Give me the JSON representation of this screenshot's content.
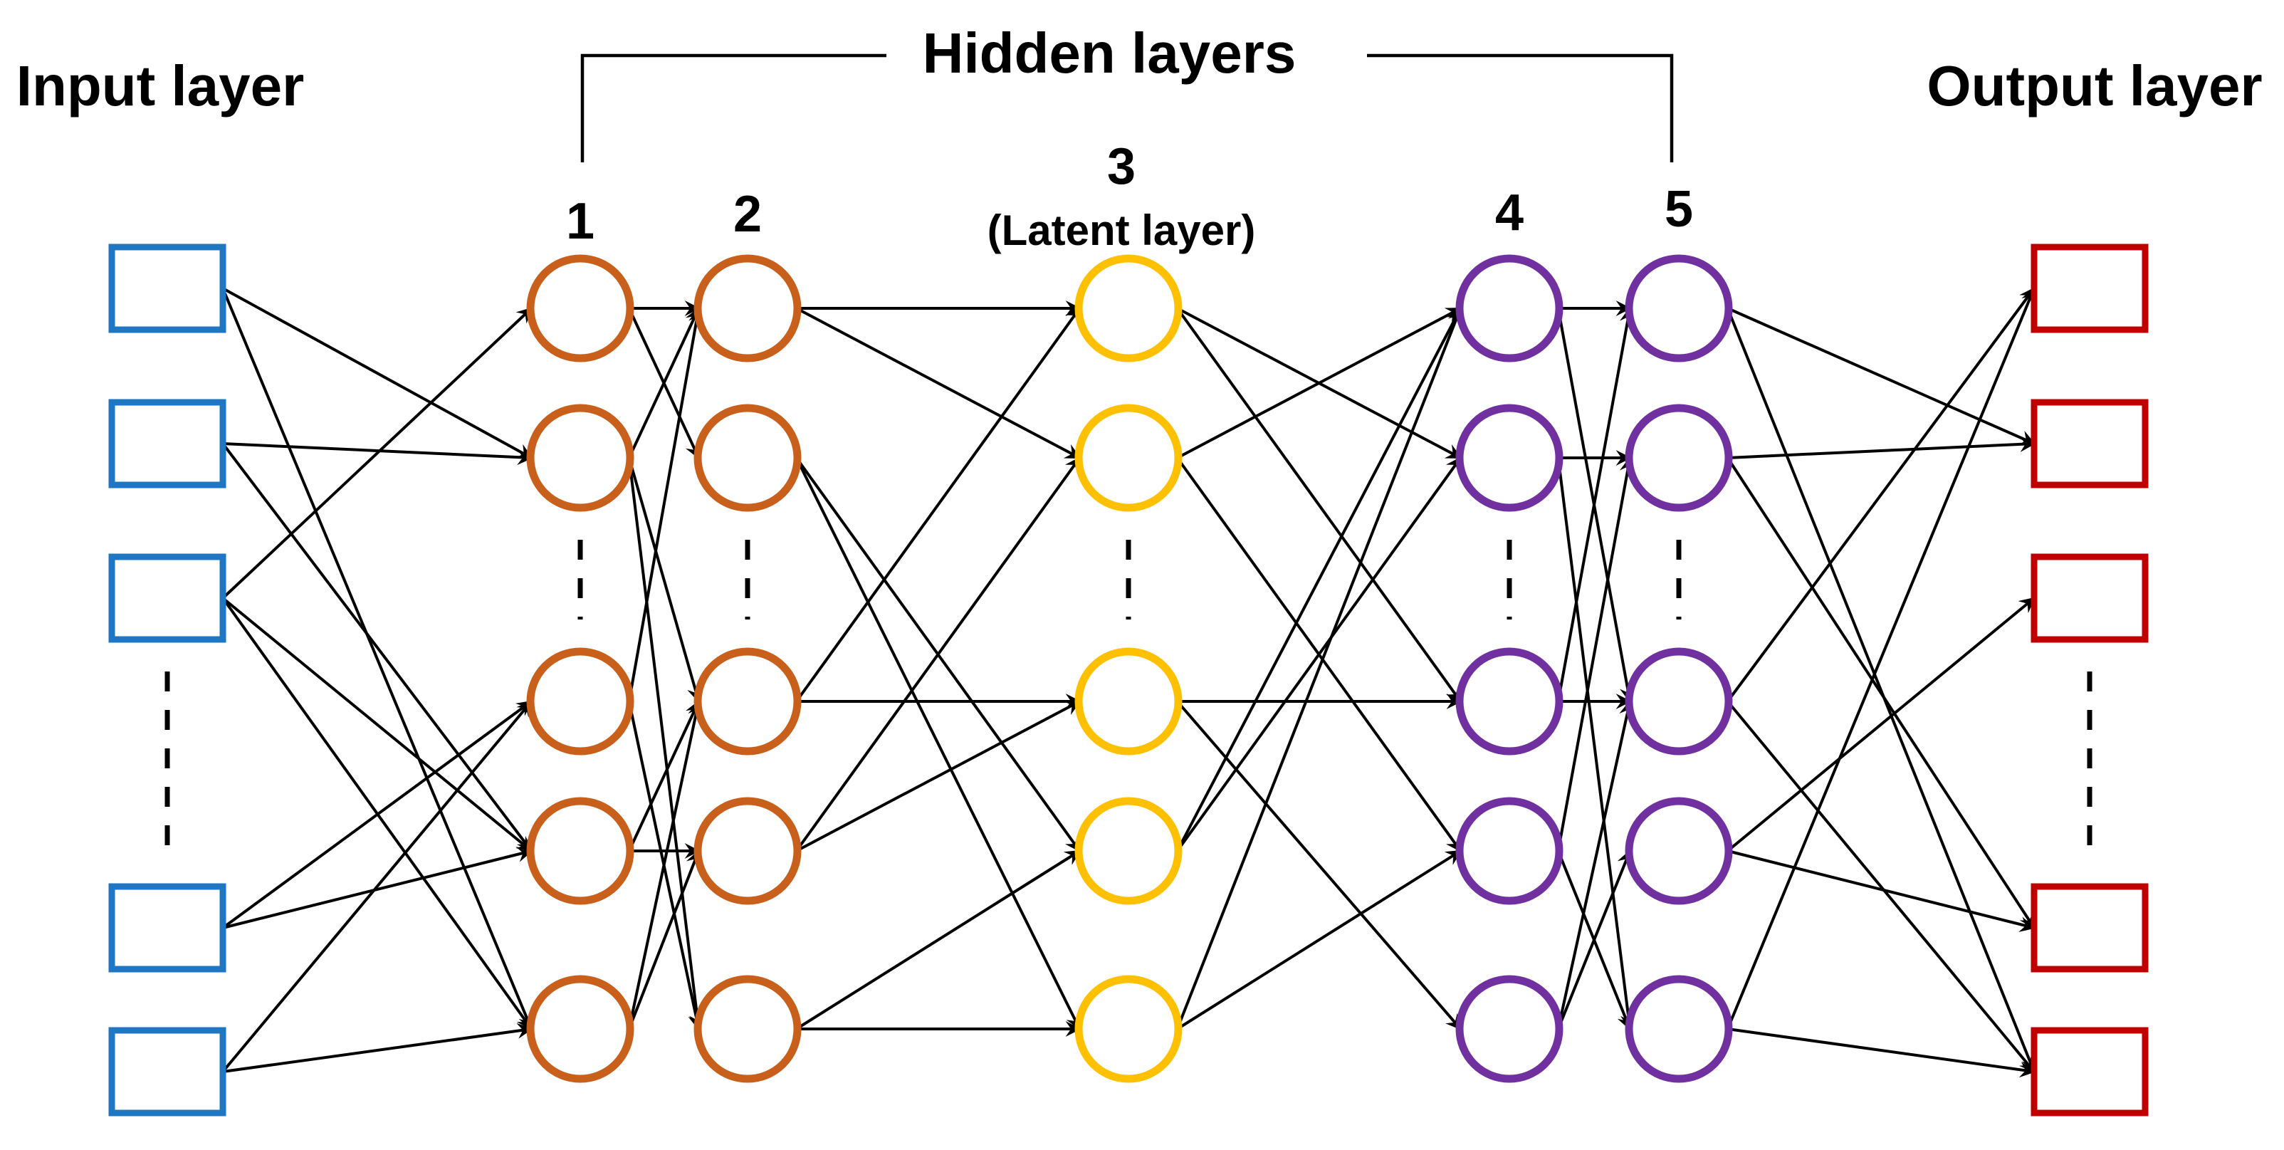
{
  "labels": {
    "input": "Input layer",
    "hidden": "Hidden layers",
    "output": "Output layer",
    "layer_1": "1",
    "layer_2": "2",
    "layer_3": "3",
    "layer_3_sub": "(Latent layer)",
    "layer_4": "4",
    "layer_5": "5"
  },
  "colors": {
    "input": "#1f77c4",
    "encoder": "#c8601c",
    "latent": "#ffc000",
    "decoder": "#7030a0",
    "output": "#c00000",
    "edge": "#000000"
  },
  "layers": [
    {
      "id": "input",
      "shape": "square",
      "color_key": "input",
      "visible_nodes": 5,
      "ellipsis_after": 3
    },
    {
      "id": "h1",
      "shape": "circle",
      "color_key": "encoder",
      "visible_nodes": 5,
      "ellipsis_after": 2
    },
    {
      "id": "h2",
      "shape": "circle",
      "color_key": "encoder",
      "visible_nodes": 5,
      "ellipsis_after": 2
    },
    {
      "id": "h3",
      "shape": "circle",
      "color_key": "latent",
      "visible_nodes": 5,
      "ellipsis_after": 2
    },
    {
      "id": "h4",
      "shape": "circle",
      "color_key": "decoder",
      "visible_nodes": 5,
      "ellipsis_after": 2
    },
    {
      "id": "h5",
      "shape": "circle",
      "color_key": "decoder",
      "visible_nodes": 5,
      "ellipsis_after": 2
    },
    {
      "id": "output",
      "shape": "square",
      "color_key": "output",
      "visible_nodes": 5,
      "ellipsis_after": 3
    }
  ],
  "connections": [
    {
      "from": "input",
      "to": "h1",
      "pairs": [
        [
          0,
          1
        ],
        [
          0,
          4
        ],
        [
          1,
          1
        ],
        [
          1,
          3
        ],
        [
          2,
          0
        ],
        [
          2,
          3
        ],
        [
          2,
          4
        ],
        [
          3,
          2
        ],
        [
          3,
          3
        ],
        [
          4,
          2
        ],
        [
          4,
          4
        ]
      ]
    },
    {
      "from": "h1",
      "to": "h2",
      "pairs": [
        [
          0,
          0
        ],
        [
          0,
          1
        ],
        [
          1,
          0
        ],
        [
          1,
          4
        ],
        [
          2,
          0
        ],
        [
          2,
          4
        ],
        [
          3,
          3
        ],
        [
          3,
          2
        ],
        [
          4,
          2
        ],
        [
          4,
          3
        ],
        [
          1,
          2
        ]
      ]
    },
    {
      "from": "h2",
      "to": "h3",
      "pairs": [
        [
          0,
          0
        ],
        [
          0,
          1
        ],
        [
          1,
          3
        ],
        [
          1,
          4
        ],
        [
          2,
          0
        ],
        [
          2,
          2
        ],
        [
          3,
          1
        ],
        [
          3,
          2
        ],
        [
          4,
          3
        ],
        [
          4,
          4
        ]
      ]
    },
    {
      "from": "h3",
      "to": "h4",
      "pairs": [
        [
          0,
          1
        ],
        [
          0,
          2
        ],
        [
          1,
          0
        ],
        [
          1,
          3
        ],
        [
          2,
          2
        ],
        [
          2,
          4
        ],
        [
          3,
          0
        ],
        [
          3,
          1
        ],
        [
          4,
          0
        ],
        [
          4,
          3
        ]
      ]
    },
    {
      "from": "h4",
      "to": "h5",
      "pairs": [
        [
          0,
          0
        ],
        [
          0,
          2
        ],
        [
          1,
          1
        ],
        [
          1,
          4
        ],
        [
          2,
          0
        ],
        [
          2,
          2
        ],
        [
          3,
          1
        ],
        [
          3,
          4
        ],
        [
          4,
          3
        ],
        [
          4,
          2
        ]
      ]
    },
    {
      "from": "h5",
      "to": "output",
      "pairs": [
        [
          0,
          1
        ],
        [
          0,
          4
        ],
        [
          1,
          1
        ],
        [
          1,
          3
        ],
        [
          2,
          0
        ],
        [
          2,
          4
        ],
        [
          3,
          2
        ],
        [
          3,
          3
        ],
        [
          4,
          0
        ],
        [
          4,
          4
        ]
      ]
    }
  ]
}
